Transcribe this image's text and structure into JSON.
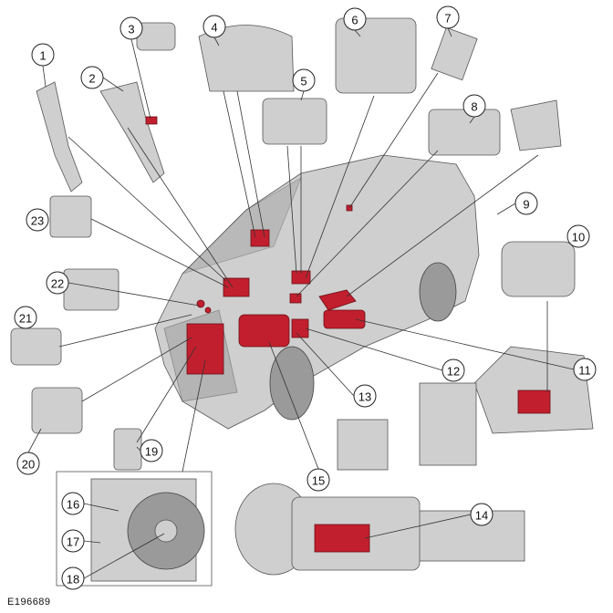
{
  "figure_id": "E196689",
  "callouts": [
    "1",
    "2",
    "3",
    "4",
    "5",
    "6",
    "7",
    "8",
    "9",
    "10",
    "11",
    "12",
    "13",
    "14",
    "15",
    "16",
    "17",
    "18",
    "19",
    "20",
    "21",
    "22",
    "23"
  ],
  "colors": {
    "highlight": "#c21f2e",
    "part": "#cfcfcf",
    "outline": "#333333"
  }
}
